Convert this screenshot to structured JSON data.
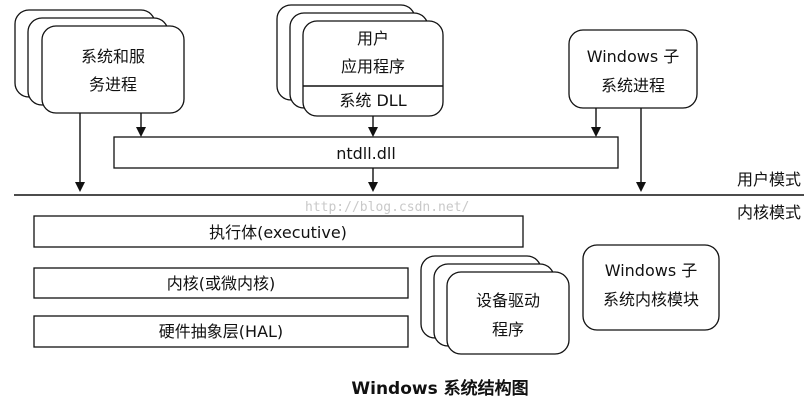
{
  "diagram": {
    "caption": "Windows 系统结构图",
    "watermark": "http://blog.csdn.net/",
    "user_mode": {
      "label": "用户模式",
      "system_services": {
        "line1": "系统和服",
        "line2": "务进程"
      },
      "user_apps": {
        "line1": "用户",
        "line2": "应用程序",
        "dll": "系统 DLL"
      },
      "subsystem_process": {
        "line1": "Windows 子",
        "line2": "系统进程"
      },
      "ntdll": "ntdll.dll"
    },
    "kernel_mode": {
      "label": "内核模式",
      "executive": "执行体(executive)",
      "kernel": "内核(或微内核)",
      "hal": "硬件抽象层(HAL)",
      "device_drivers": {
        "line1": "设备驱动",
        "line2": "程序"
      },
      "subsystem_kernel_module": {
        "line1": "Windows 子",
        "line2": "系统内核模块"
      }
    }
  }
}
